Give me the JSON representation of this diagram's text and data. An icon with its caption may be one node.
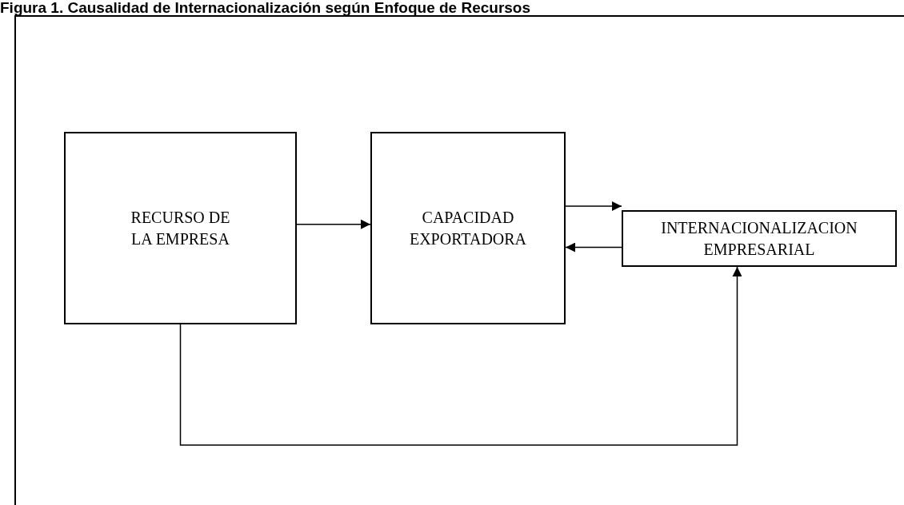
{
  "diagram": {
    "title": "Figura 1. Causalidad de Internacionalización según Enfoque de Recursos",
    "nodes": [
      {
        "text": [
          "RECURSO DE LA EMPRESA"
        ]
      },
      {
        "text": [
          "CAPACIDAD EXPORTADORA"
        ]
      },
      {
        "text": [
          "INTERNACIONALIZACION EMPRESARIAL"
        ]
      }
    ],
    "edges": [
      {
        "from": 0,
        "to": 1,
        "arrow": "to"
      },
      {
        "from": 1,
        "to": 2,
        "arrow": "to"
      },
      {
        "from": 2,
        "to": 1,
        "arrow": "to"
      },
      {
        "from": 0,
        "to": 2,
        "arrow": "to"
      }
    ]
  }
}
